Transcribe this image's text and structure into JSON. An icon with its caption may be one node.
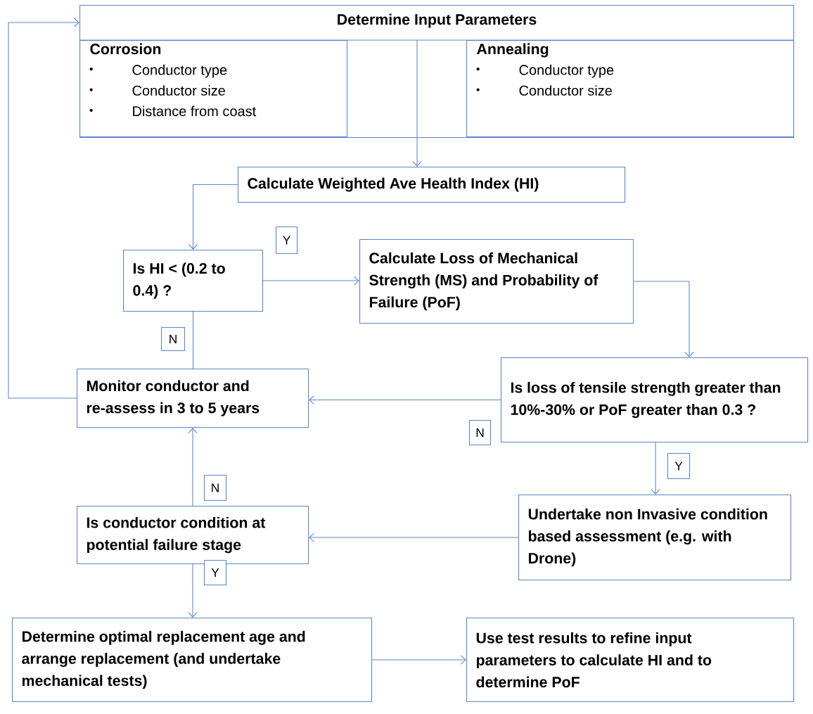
{
  "diagram": {
    "nodes": [
      {
        "text": [
          "Determine Input Parameters"
        ]
      },
      {
        "text": [
          "Corrosion",
          "Conductor type",
          "Conductor size",
          "Distance from coast"
        ],
        "in": 0
      },
      {
        "text": [
          "Annealing",
          "Conductor type",
          "Conductor size"
        ],
        "in": 0
      },
      {
        "text": [
          "Calculate Weighted Ave Health Index (HI)"
        ]
      },
      {
        "text": [
          "Y"
        ]
      },
      {
        "text": [
          "Is HI < (0.2 to 0.4) ?"
        ]
      },
      {
        "text": [
          "Calculate Loss of Mechanical Strength (MS) and Probability of Failure (PoF)"
        ]
      },
      {
        "text": [
          "N"
        ]
      },
      {
        "text": [
          "Monitor conductor and re-assess in 3 to 5 years"
        ]
      },
      {
        "text": [
          "Is loss of tensile strength greater than 10%-30% or PoF greater than 0.3 ?"
        ]
      },
      {
        "text": [
          "N"
        ]
      },
      {
        "text": [
          "Y"
        ]
      },
      {
        "text": [
          "N"
        ]
      },
      {
        "text": [
          "Is conductor condition at potential failure stage"
        ]
      },
      {
        "text": [
          "Undertake non Invasive condition based assessment (e.g. with Drone)"
        ]
      },
      {
        "text": [
          "Y"
        ]
      },
      {
        "text": [
          "Determine optimal replacement age and arrange replacement (and undertake mechanical tests)"
        ]
      },
      {
        "text": [
          "Use test results to refine input parameters to calculate HI and to determine PoF"
        ]
      }
    ],
    "edges": [
      {
        "from": 0,
        "to": 3,
        "arrow": "to"
      },
      {
        "from": 3,
        "to": 5,
        "arrow": "to"
      },
      {
        "from": 5,
        "to": 6,
        "arrow": "to"
      },
      {
        "from": 5,
        "to": 8,
        "arrow": "none"
      },
      {
        "from": 9,
        "to": 8,
        "arrow": "to"
      },
      {
        "from": 8,
        "to": 0,
        "arrow": "to"
      },
      {
        "from": 6,
        "to": 9,
        "arrow": "to"
      },
      {
        "from": 9,
        "to": 14,
        "arrow": "to"
      },
      {
        "from": 14,
        "to": 13,
        "arrow": "to"
      },
      {
        "from": 13,
        "to": 8,
        "arrow": "to"
      },
      {
        "from": 13,
        "to": 16,
        "arrow": "to"
      },
      {
        "from": 16,
        "to": 17,
        "arrow": "to"
      }
    ]
  }
}
